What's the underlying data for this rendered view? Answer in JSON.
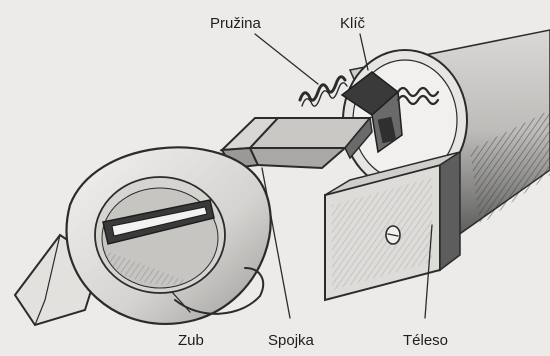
{
  "labels": {
    "pruzina": "Pružina",
    "klic": "Klíč",
    "zub": "Zub",
    "spojka": "Spojka",
    "teleso": "Téleso"
  },
  "colors": {
    "paper": "#ecebea",
    "ink": "#2b2b2b",
    "shade": "#5a5a5a"
  }
}
